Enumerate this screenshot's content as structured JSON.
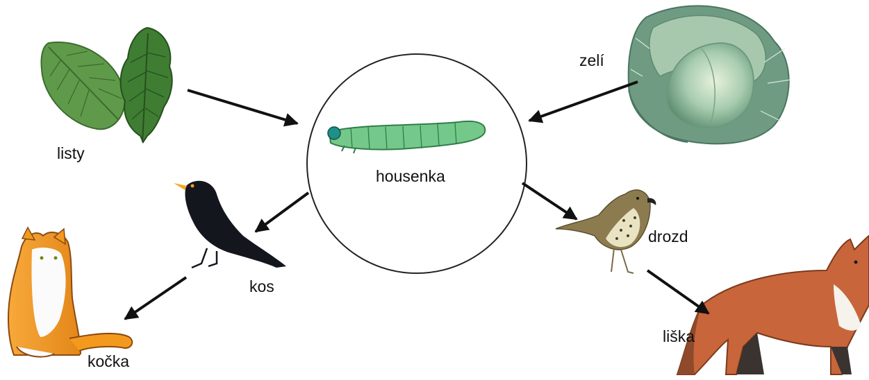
{
  "diagram": {
    "center": {
      "label": "housenka"
    },
    "nodes": {
      "leaves": {
        "label": "listy"
      },
      "cabbage": {
        "label": "zelí"
      },
      "blackbird": {
        "label": "kos"
      },
      "thrush": {
        "label": "drozd"
      },
      "cat": {
        "label": "kočka"
      },
      "fox": {
        "label": "liška"
      }
    },
    "arrows": [
      {
        "from": "listy",
        "to": "housenka"
      },
      {
        "from": "zelí",
        "to": "housenka"
      },
      {
        "from": "housenka",
        "to": "kos"
      },
      {
        "from": "housenka",
        "to": "drozd"
      },
      {
        "from": "kos",
        "to": "kočka"
      },
      {
        "from": "drozd",
        "to": "liška"
      }
    ],
    "colors": {
      "arrow": "#111111",
      "circle_stroke": "#222222",
      "caterpillar": "#6cc17c",
      "leaf": "#4a8a3c",
      "cabbage": "#9cc3a3",
      "blackbird": "#14161e",
      "beak": "#f5a623",
      "thrush": "#8a7a4c",
      "cat_orange": "#f39a1e",
      "fox": "#c8653a"
    }
  }
}
